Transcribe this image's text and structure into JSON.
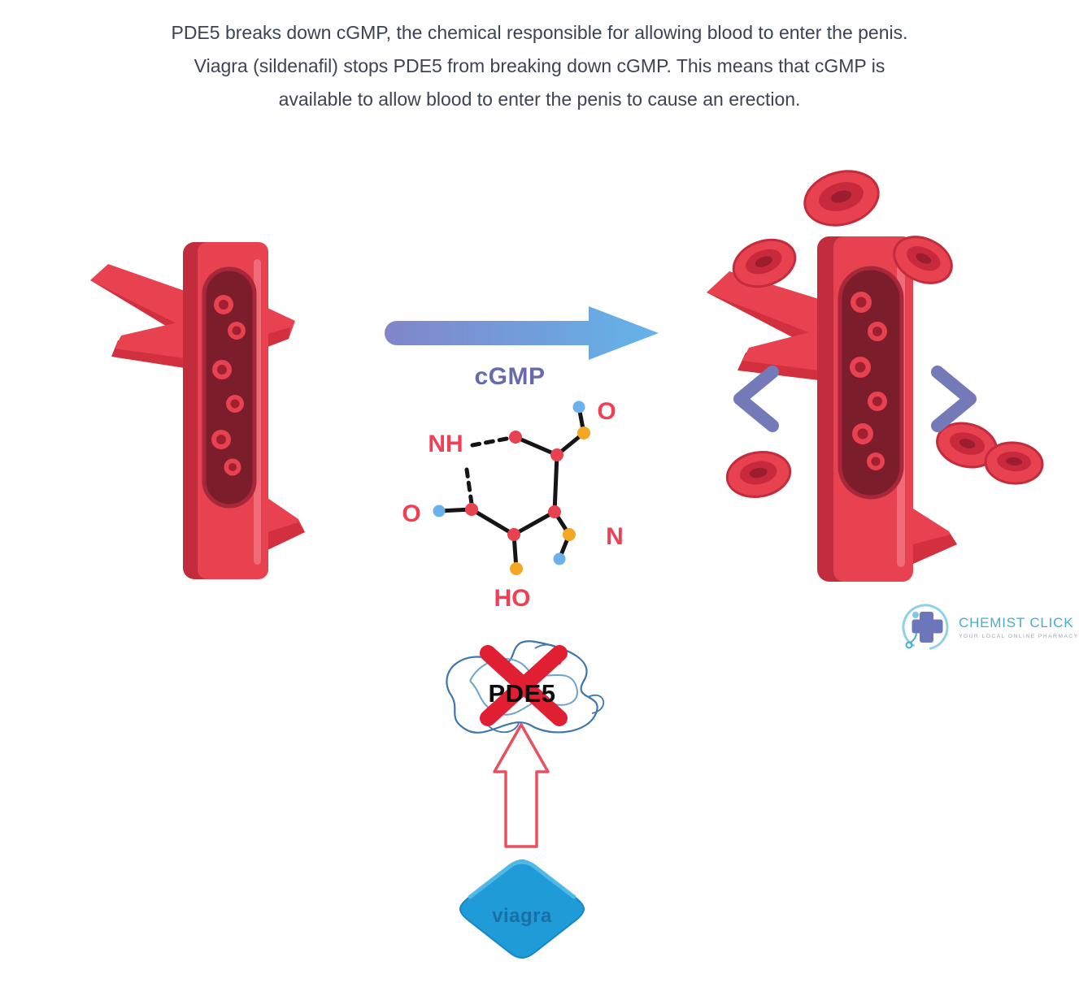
{
  "header": {
    "lines": [
      "PDE5 breaks down cGMP, the chemical responsible for allowing blood to enter the penis.",
      "Viagra (sildenafil) stops PDE5 from breaking down cGMP. This means that cGMP is",
      "available to allow blood to enter the penis to cause an erection."
    ]
  },
  "diagram": {
    "arrow_label": "cGMP",
    "molecule_labels": {
      "nh": "NH",
      "o_top": "O",
      "o_left": "O",
      "n": "N",
      "ho": "HO"
    },
    "enzyme_label": "PDE5",
    "pill_label": "viagra"
  },
  "logo": {
    "name": "CHEMIST CLICK",
    "tagline": "YOUR LOCAL ONLINE PHARMACY"
  },
  "colors": {
    "text": "#3d4352",
    "vessel_red": "#e8414f",
    "vessel_dark": "#c22c3d",
    "vessel_inner": "#7c1d2c",
    "cell_ring": "#a02031",
    "arrow_purple": "#8285ca",
    "arrow_blue": "#63b4e9",
    "label_purple": "#666cab",
    "chevron_purple": "#7479b8",
    "molecule_red": "#ef4056",
    "atom_orange": "#f5a623",
    "atom_blue": "#6cb2e8",
    "bond_black": "#151515",
    "scribble_blue": "#3f76ad",
    "cross_red": "#e01f33",
    "pill_blue": "#1f9cd8",
    "pill_text": "#1a6fa3",
    "logo_teal": "#45aecb"
  }
}
